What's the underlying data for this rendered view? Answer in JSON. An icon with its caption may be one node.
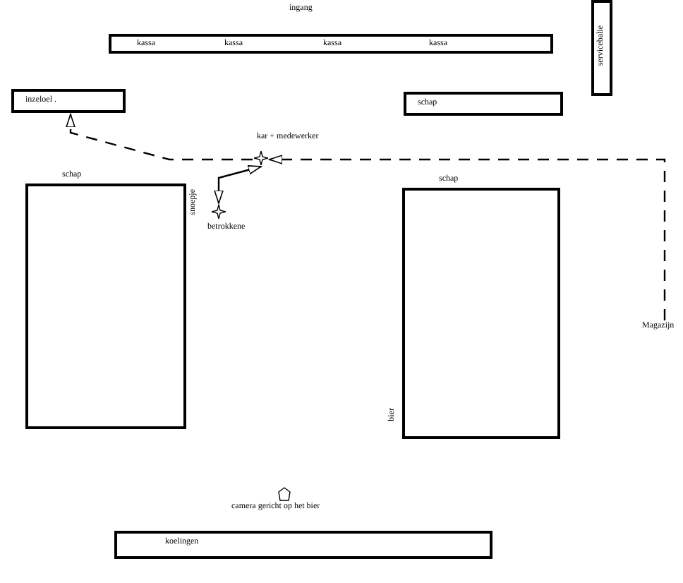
{
  "diagram": {
    "nodes": [
      {
        "text": [
          "kassa",
          "kassa",
          "kassa",
          "kassa"
        ]
      },
      {
        "text": [
          "servicebalie"
        ]
      },
      {
        "text": [
          "inzeloel ."
        ]
      },
      {
        "text": [
          "schap"
        ]
      },
      {
        "text": [
          "kar + medewerker"
        ]
      },
      {
        "text": [
          "schap"
        ],
        "beside": [
          "snoepje"
        ]
      },
      {
        "text": [
          "betrokkene"
        ]
      },
      {
        "text": [
          "schap"
        ],
        "beside": [
          "bier"
        ]
      },
      {
        "text": [
          "Magazijn"
        ]
      },
      {
        "text": [
          "camera gericht op het bier"
        ]
      },
      {
        "text": [
          "koelingen"
        ]
      }
    ],
    "edges": [
      {
        "from": 8,
        "to": 4,
        "arrow": "to",
        "style": "dashed"
      },
      {
        "from": 4,
        "to": 2,
        "arrow": "to",
        "style": "dashed"
      },
      {
        "from": 4,
        "to": 6,
        "arrow": "both"
      }
    ],
    "labels": [
      "ingang"
    ]
  }
}
